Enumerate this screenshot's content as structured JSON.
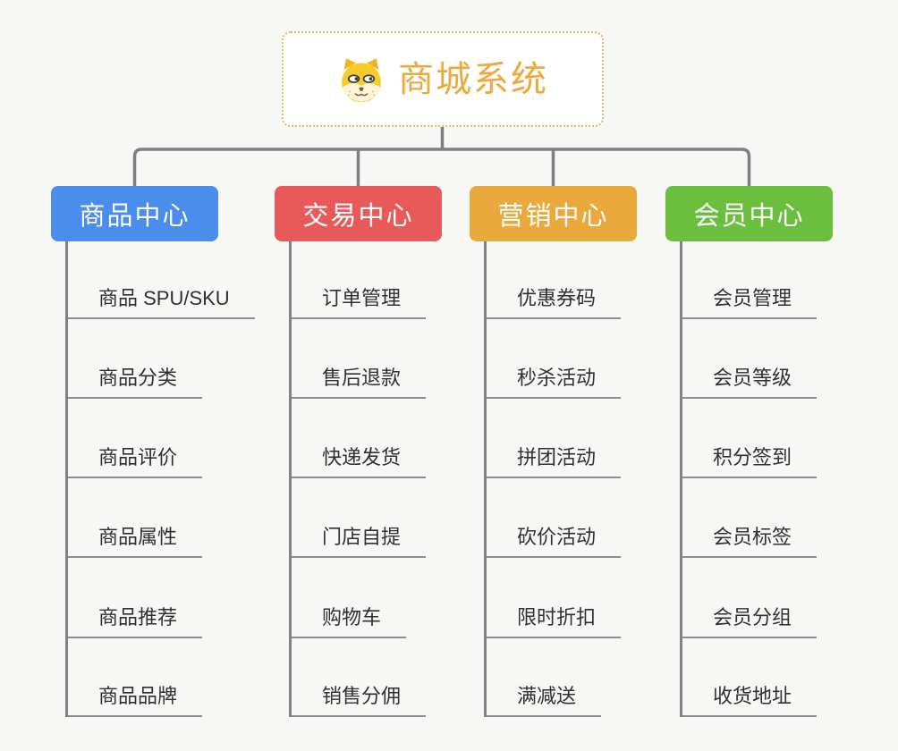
{
  "page": {
    "background": "#f7f7f6",
    "connector_color": "#7f7f7f"
  },
  "root": {
    "title": "商城系统",
    "icon": "dog-face-icon",
    "text_color": "#efa83c",
    "border_color": "#f0b24e",
    "background": "#ffffff"
  },
  "branches": [
    {
      "label": "商品中心",
      "color": "#4a8dec",
      "items": [
        "商品 SPU/SKU",
        "商品分类",
        "商品评价",
        "商品属性",
        "商品推荐",
        "商品品牌"
      ]
    },
    {
      "label": "交易中心",
      "color": "#e85a5a",
      "items": [
        "订单管理",
        "售后退款",
        "快递发货",
        "门店自提",
        "购物车",
        "销售分佣"
      ]
    },
    {
      "label": "营销中心",
      "color": "#eaa93c",
      "items": [
        "优惠券码",
        "秒杀活动",
        "拼团活动",
        "砍价活动",
        "限时折扣",
        "满减送"
      ]
    },
    {
      "label": "会员中心",
      "color": "#6cbe3e",
      "items": [
        "会员管理",
        "会员等级",
        "积分签到",
        "会员标签",
        "会员分组",
        "收货地址"
      ]
    }
  ]
}
